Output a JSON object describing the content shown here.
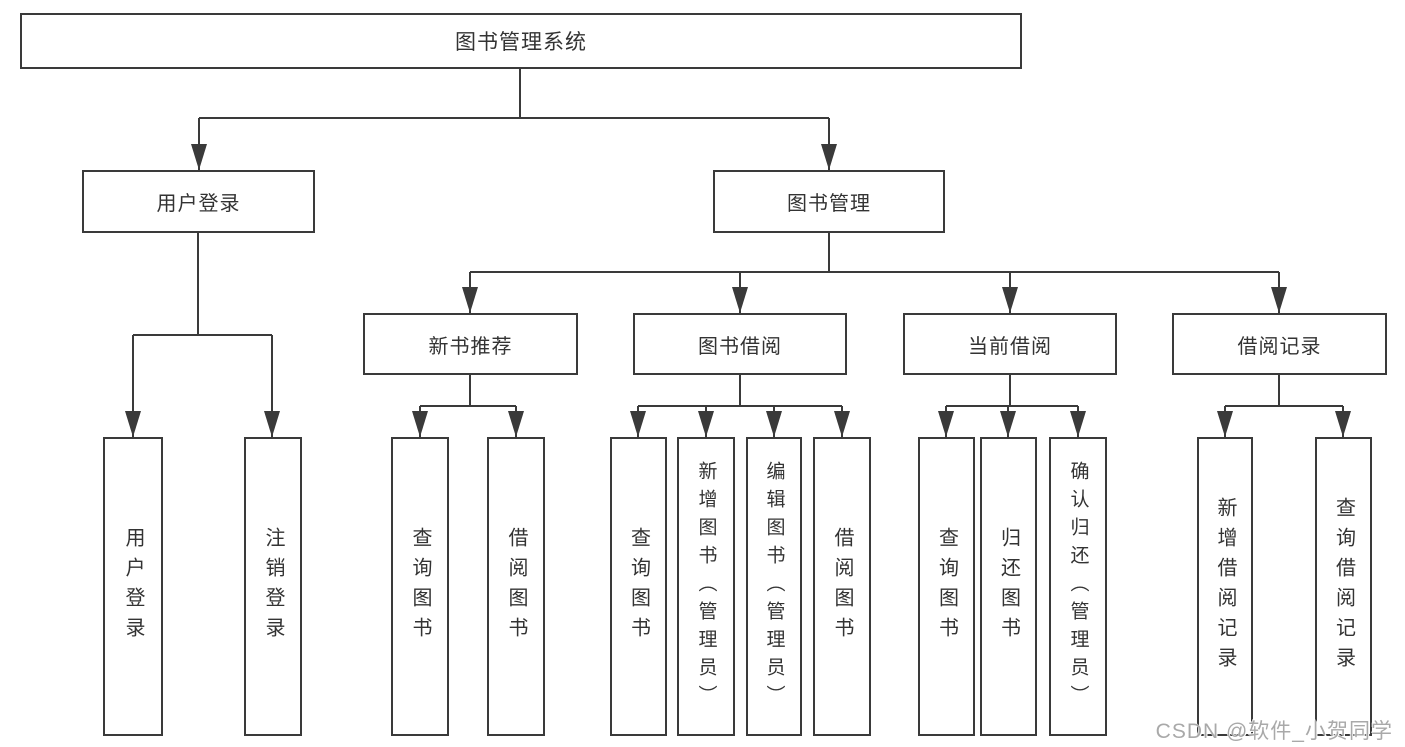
{
  "diagram": {
    "kind": "hierarchy-chart",
    "colors": {
      "line": "#3a3a3a",
      "box_border": "#3a3a3a",
      "box_background": "#ffffff",
      "text": "#333333",
      "watermark_text": "#a9a9a9"
    },
    "tree": {
      "root": {
        "label": "图书管理系统"
      },
      "children": [
        {
          "label": "用户登录",
          "children": [
            {
              "label": "用户登录"
            },
            {
              "label": "注销登录"
            }
          ]
        },
        {
          "label": "图书管理",
          "children": [
            {
              "label": "新书推荐",
              "children": [
                {
                  "label": "查询图书"
                },
                {
                  "label": "借阅图书"
                }
              ]
            },
            {
              "label": "图书借阅",
              "children": [
                {
                  "label": "查询图书"
                },
                {
                  "label": "新增图书（管理员）"
                },
                {
                  "label": "编辑图书（管理员）"
                },
                {
                  "label": "借阅图书"
                }
              ]
            },
            {
              "label": "当前借阅",
              "children": [
                {
                  "label": "查询图书"
                },
                {
                  "label": "归还图书"
                },
                {
                  "label": "确认归还（管理员）"
                }
              ]
            },
            {
              "label": "借阅记录",
              "children": [
                {
                  "label": "新增借阅记录"
                },
                {
                  "label": "查询借阅记录"
                }
              ]
            }
          ]
        }
      ]
    },
    "watermark": {
      "text": "CSDN @软件_小贺同学"
    }
  }
}
